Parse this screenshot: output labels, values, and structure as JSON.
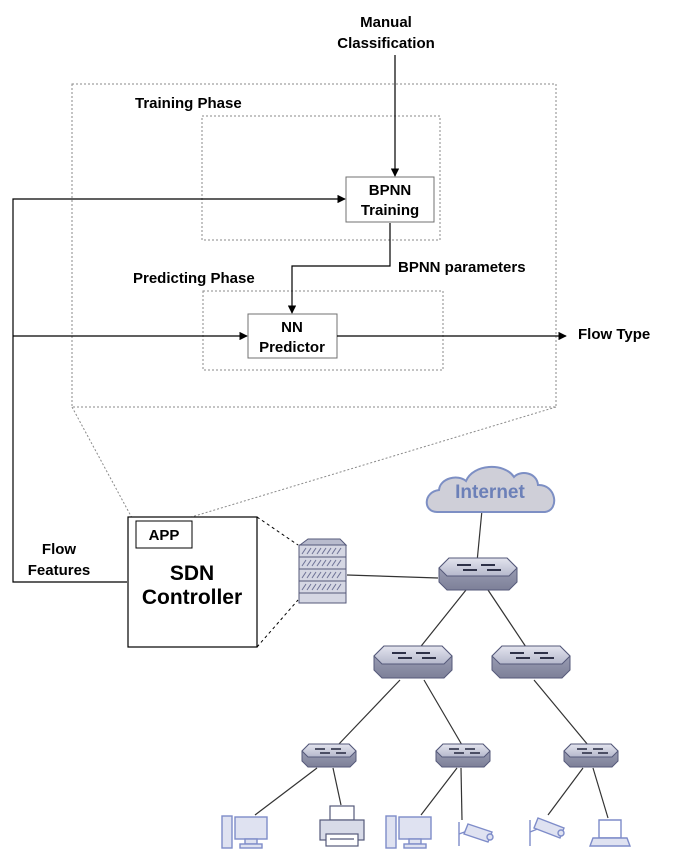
{
  "labels": {
    "manual_line1": "Manual",
    "manual_line2": "Classification",
    "training_phase": "Training Phase",
    "predicting_phase": "Predicting Phase",
    "bpnn_params": "BPNN parameters",
    "flow_type": "Flow Type",
    "flow_features_line1": "Flow",
    "flow_features_line2": "Features"
  },
  "boxes": {
    "bpnn_line1": "BPNN",
    "bpnn_line2": "Training",
    "nn_line1": "NN",
    "nn_line2": "Predictor",
    "app": "APP",
    "sdn_line1": "SDN",
    "sdn_line2": "Controller"
  },
  "network": {
    "cloud": "Internet"
  },
  "colors": {
    "device_fill": "#c9cbd9",
    "device_stroke": "#55597a",
    "cloud_fill": "#cfcfd8",
    "cloud_stroke": "#7d8fc4",
    "icon_blue": "#7e8cc9"
  }
}
